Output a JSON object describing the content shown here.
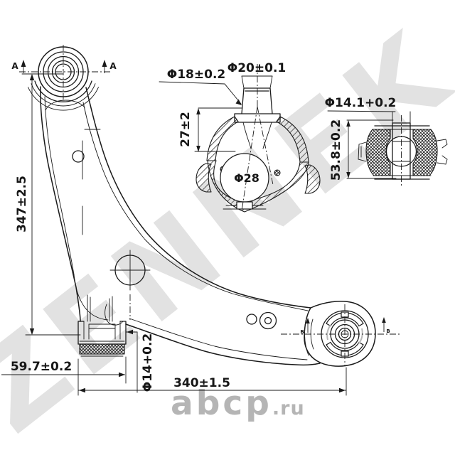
{
  "drawing": {
    "front_view": {
      "section_a": {
        "left": "A",
        "right": "A"
      },
      "section_b": {
        "left": "B",
        "right": "B"
      },
      "dims": {
        "height": "347±2.5",
        "bushing_offset": "59.7±0.2",
        "bushing_bore": "Φ14+0.2",
        "length": "340±1.5"
      }
    },
    "ball_joint_detail": {
      "dims": {
        "pin_top": "Φ20±0.1",
        "taper": "Φ18±0.2",
        "height": "27±2",
        "ball": "Φ28"
      }
    },
    "rear_bushing_detail": {
      "dims": {
        "bore": "Φ14.1+0.2",
        "height": "53.8±0.2"
      }
    }
  },
  "watermarks": {
    "brand": "ZENNEK",
    "site": {
      "name": "abcp",
      "tld": ".ru"
    }
  },
  "palette": {
    "line": "#1a1a1a",
    "watermark_gray": "#e2e2e2",
    "site_gray": "#b5b5b5",
    "background": "#ffffff"
  }
}
